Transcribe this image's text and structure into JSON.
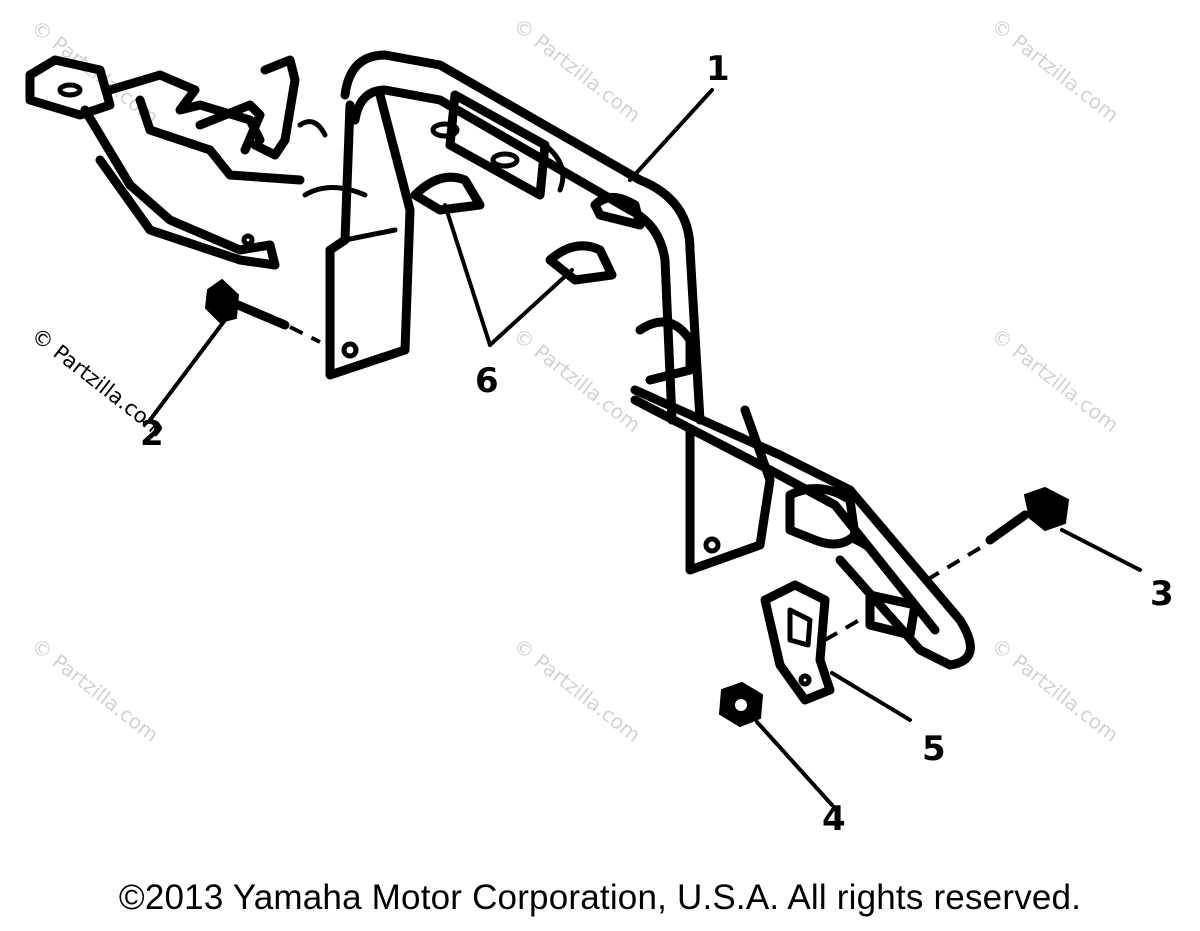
{
  "watermarks": {
    "text": "© Partzilla.com"
  },
  "callouts": {
    "c1": "1",
    "c2": "2",
    "c3": "3",
    "c4": "4",
    "c5": "5",
    "c6": "6"
  },
  "footer": {
    "copyright": "©2013 Yamaha Motor Corporation, U.S.A. All rights reserved."
  }
}
